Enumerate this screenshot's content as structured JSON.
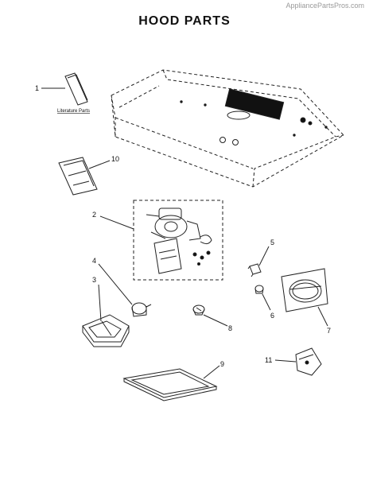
{
  "watermark": "AppliancePartsPros.com",
  "title": "HOOD PARTS",
  "literature_label": "Literature Parts",
  "callouts": [
    "1",
    "2",
    "3",
    "4",
    "5",
    "6",
    "7",
    "8",
    "9",
    "10",
    "11"
  ]
}
